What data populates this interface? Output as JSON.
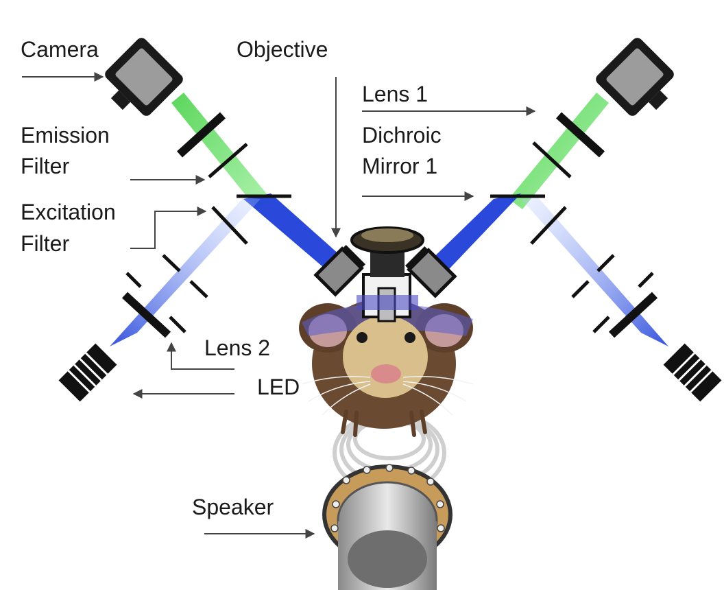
{
  "labels": {
    "camera": "Camera",
    "objective": "Objective",
    "emission_filter_line1": "Emission",
    "emission_filter_line2": "Filter",
    "excitation_filter_line1": "Excitation",
    "excitation_filter_line2": "Filter",
    "lens1": "Lens 1",
    "dichroic_line1": "Dichroic",
    "dichroic_line2": "Mirror 1",
    "lens2": "Lens 2",
    "led": "LED",
    "speaker": "Speaker"
  },
  "colors": {
    "excitation_light": "#1f3fd8",
    "emission_light": "#4fd64f",
    "rat_fur": "#6b4a32",
    "rat_face": "#d8bf8c",
    "speaker_ring": "#c79b5a"
  },
  "icons": [
    "camera-icon",
    "objective-icon",
    "led-icon",
    "lens-icon",
    "filter-icon",
    "dichroic-mirror-icon",
    "rat-icon",
    "speaker-icon",
    "sound-wave-icon"
  ]
}
